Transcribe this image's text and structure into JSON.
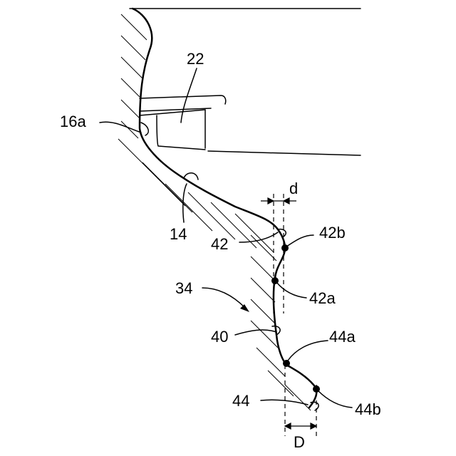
{
  "labels": {
    "l22": "22",
    "l16a": "16a",
    "l14": "14",
    "l42": "42",
    "l42b": "42b",
    "l42a": "42a",
    "l34": "34",
    "l40": "40",
    "l44a": "44a",
    "l44": "44",
    "l44b": "44b",
    "ld": "d",
    "lD": "D"
  }
}
